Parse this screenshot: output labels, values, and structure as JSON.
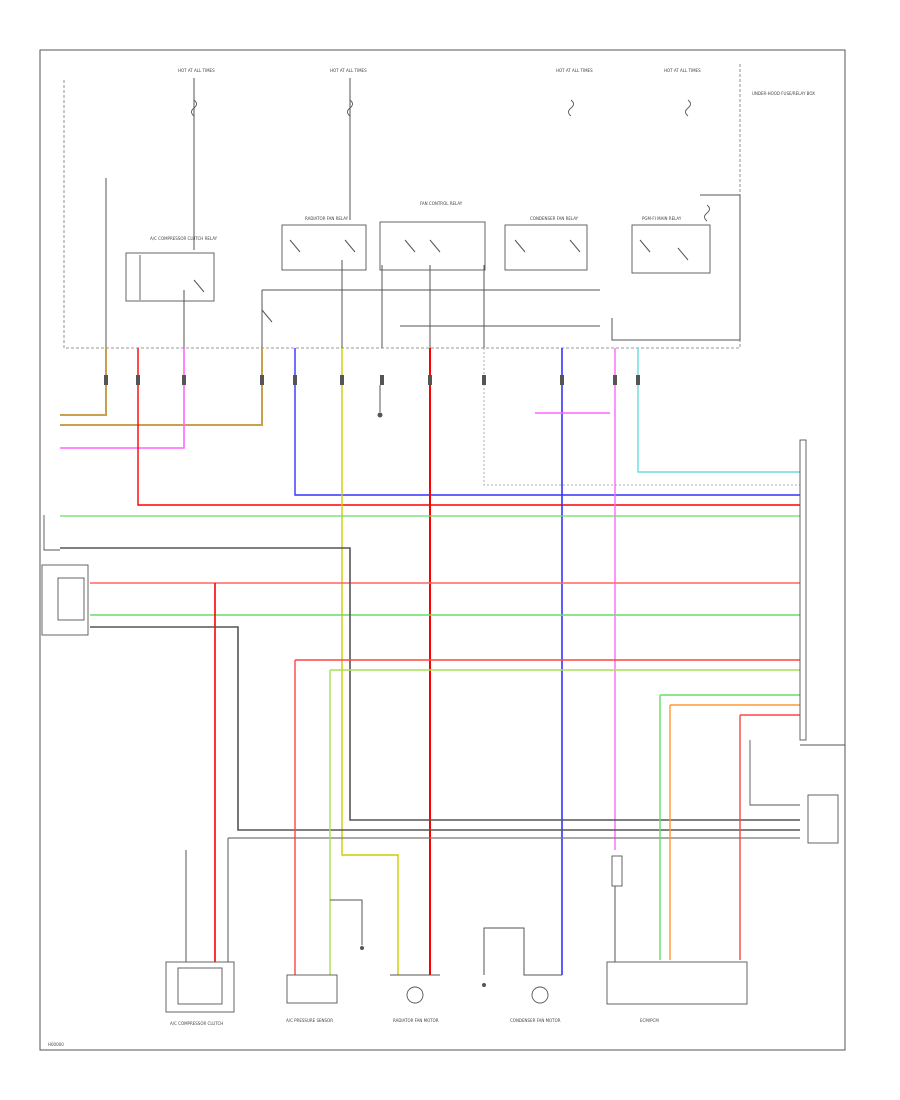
{
  "page": {
    "code": "H00000"
  },
  "colors": {
    "red": "#ff0000",
    "pink": "#ff66ff",
    "blue": "#3333ff",
    "green": "#66dd66",
    "light_green": "#99ee99",
    "yellow": "#cccc00",
    "orange": "#ff9933",
    "tan": "#c8a050",
    "cyan": "#66dddd",
    "gray": "#666666",
    "dark_gray": "#444444",
    "black": "#222222"
  },
  "top_power_labels": [
    "HOT AT ALL TIMES",
    "HOT AT ALL TIMES",
    "HOT AT ALL TIMES",
    "HOT AT ALL TIMES"
  ],
  "relays": [
    {
      "label": "A/C COMPRESSOR CLUTCH RELAY"
    },
    {
      "label": "RADIATOR FAN RELAY"
    },
    {
      "label": "FAN CONTROL RELAY"
    },
    {
      "label": "CONDENSER FAN RELAY"
    },
    {
      "label": "PGM-FI MAIN RELAY"
    }
  ],
  "main_box_label": "UNDER-HOOD FUSE/RELAY BOX",
  "bottom_components": [
    {
      "label": "A/C COMPRESSOR CLUTCH"
    },
    {
      "label": "A/C PRESSURE SENSOR"
    },
    {
      "label": "RADIATOR FAN MOTOR"
    },
    {
      "label": "CONDENSER FAN MOTOR"
    },
    {
      "label": "ECM/PCM"
    }
  ]
}
